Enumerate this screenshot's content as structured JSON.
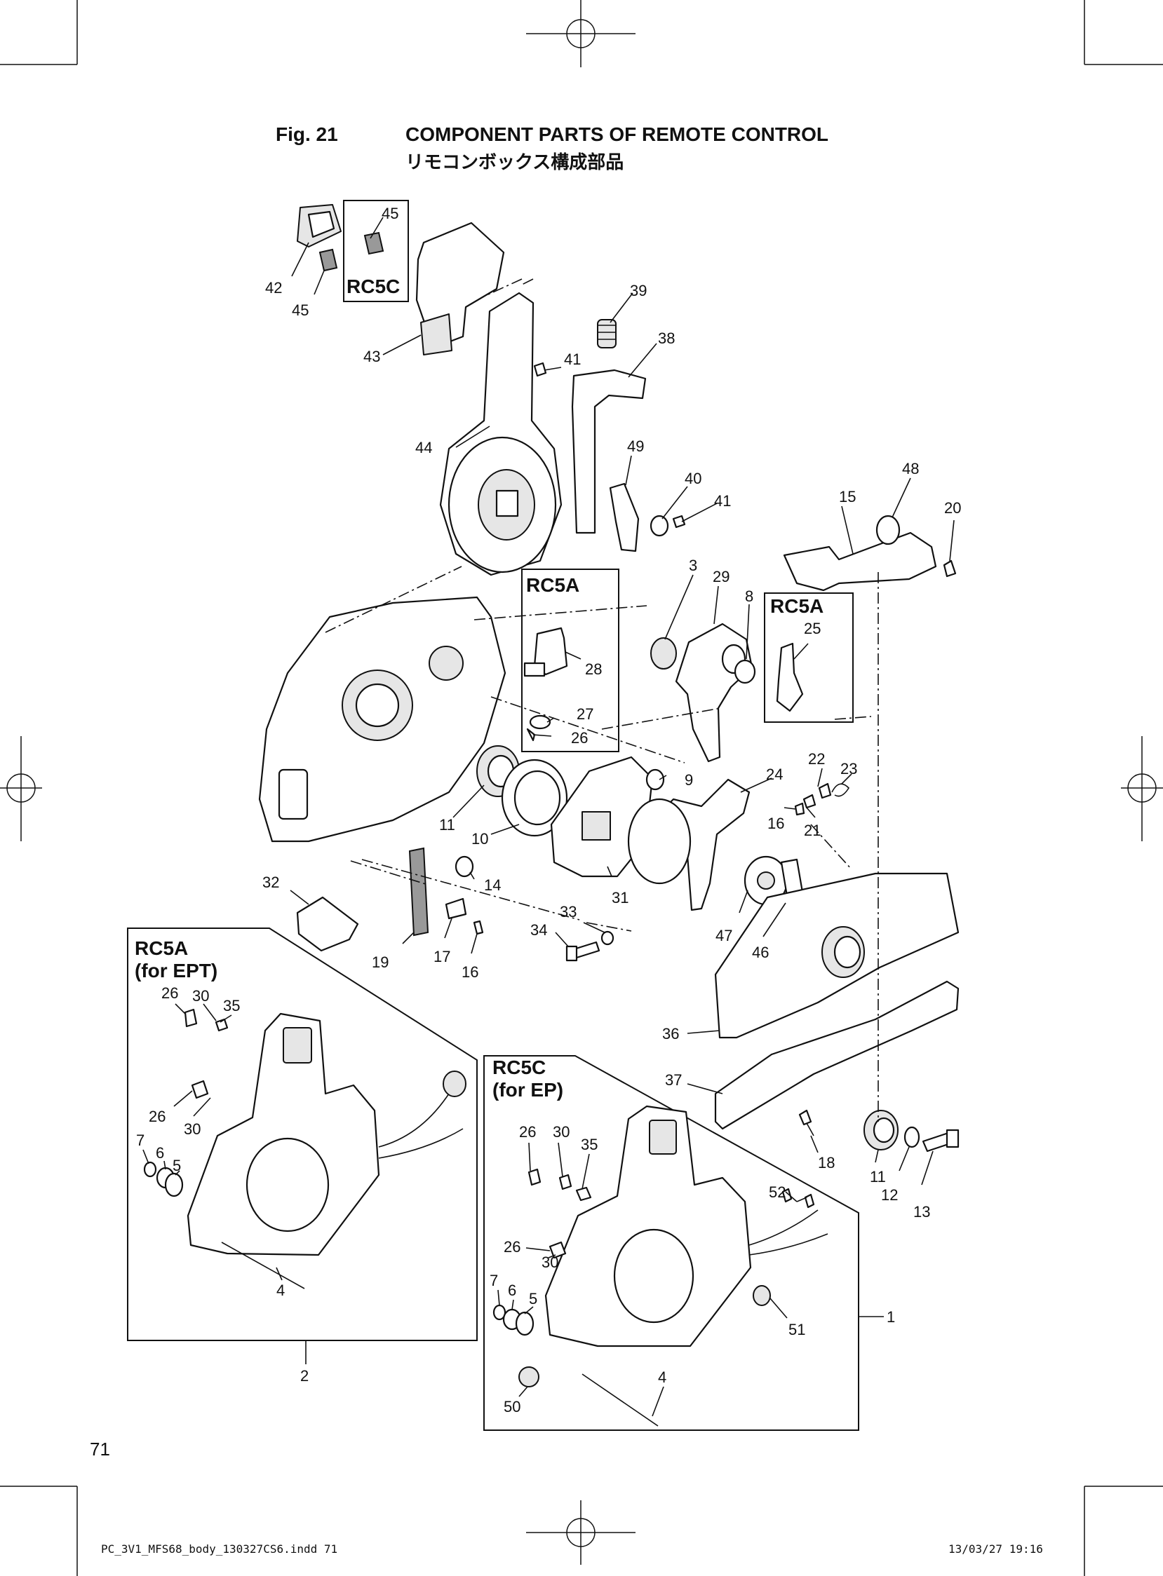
{
  "header": {
    "fig_no": "Fig. 21",
    "title": "COMPONENT PARTS OF REMOTE CONTROL",
    "subtitle": "リモコンボックス構成部品"
  },
  "boxes": {
    "rc5c_top": "RC5C",
    "rc5a_mid": "RC5A",
    "rc5a_right": "RC5A",
    "rc5a_ept_1": "RC5A",
    "rc5a_ept_2": "(for EPT)",
    "rc5c_ep_1": "RC5C",
    "rc5c_ep_2": "(for EP)"
  },
  "callouts": {
    "c45a": "45",
    "c42": "42",
    "c45b": "45",
    "c43": "43",
    "c39": "39",
    "c41a": "41",
    "c38": "38",
    "c44": "44",
    "c49": "49",
    "c40": "40",
    "c41b": "41",
    "c48": "48",
    "c15": "15",
    "c20": "20",
    "c3": "3",
    "c29": "29",
    "c8": "8",
    "c28": "28",
    "c25": "25",
    "c27": "27",
    "c26a": "26",
    "c9": "9",
    "c24": "24",
    "c22": "22",
    "c23": "23",
    "c16a": "16",
    "c21": "21",
    "c11a": "11",
    "c10": "10",
    "c14": "14",
    "c31": "31",
    "c32": "32",
    "c33": "33",
    "c34": "34",
    "c47": "47",
    "c46": "46",
    "c19": "19",
    "c17": "17",
    "c16b": "16",
    "c36": "36",
    "c37": "37",
    "c18": "18",
    "c11b": "11",
    "c12": "12",
    "c13": "13",
    "l26a": "26",
    "l30a": "30",
    "l35a": "35",
    "l26b": "26",
    "l30b": "30",
    "l7": "7",
    "l6": "6",
    "l5": "5",
    "l4": "4",
    "l2": "2",
    "r26a": "26",
    "r30a": "30",
    "r35": "35",
    "r52": "52",
    "r26b": "26",
    "r30b": "30",
    "r7": "7",
    "r6": "6",
    "r5": "5",
    "r51": "51",
    "r1": "1",
    "r50": "50",
    "r4": "4"
  },
  "footer": {
    "page_number": "71",
    "slug_file": "PC_3V1_MFS68_body_130327CS6.indd   71",
    "slug_date": "13/03/27   19:16"
  }
}
